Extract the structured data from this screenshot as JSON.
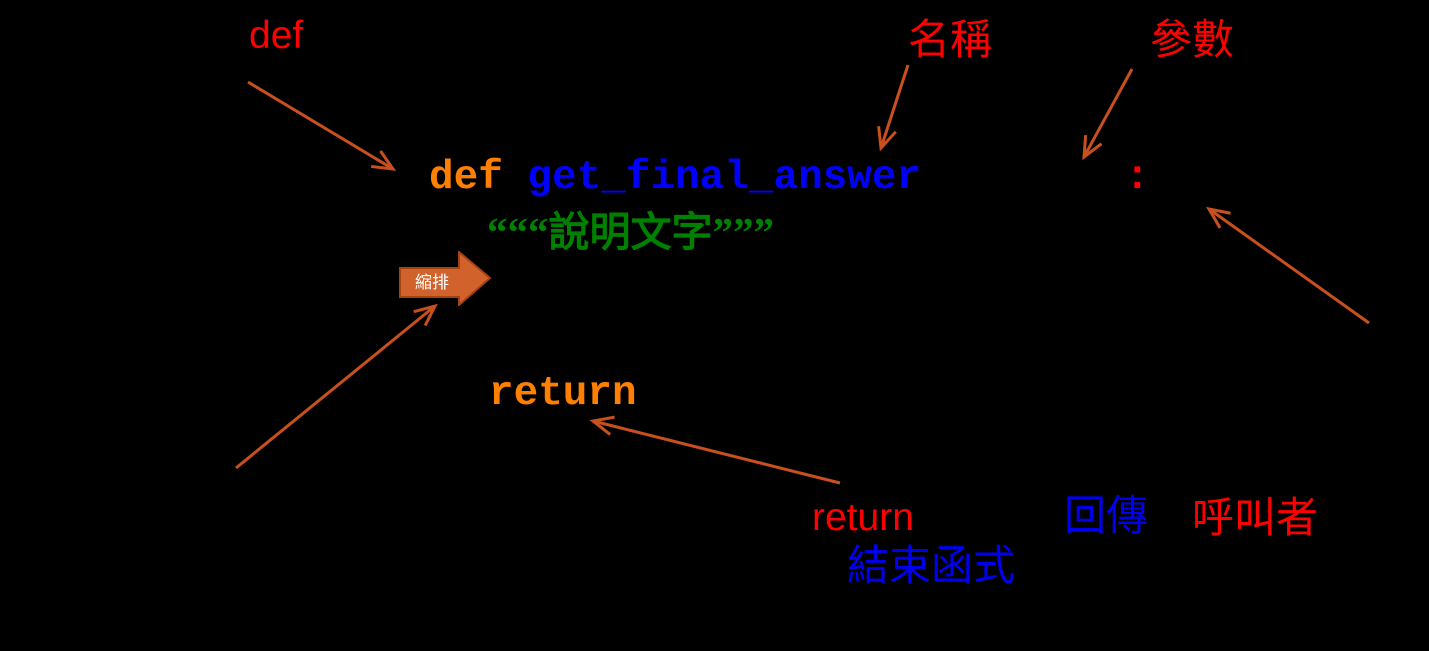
{
  "colors": {
    "background": "#000000",
    "annotation_red": "#ff0000",
    "keyword_orange": "#ff7f00",
    "identifier_blue": "#0000ff",
    "docstring_green": "#008000",
    "cjk_blue": "#0000ee",
    "arrow_stroke": "#c8501e",
    "block_arrow_fill": "#d2622c",
    "block_arrow_border": "#a3430f",
    "block_arrow_text": "#ffffff"
  },
  "annotations": {
    "def_label": "def",
    "name_label": "名稱",
    "params_label": "參數",
    "indent_label": "縮排",
    "return_red_label": "return",
    "return_cjk_label": "回傳",
    "caller_label": "呼叫者",
    "end_function_label": "結束函式"
  },
  "code": {
    "def_keyword": "def ",
    "function_name": "get_final_answer",
    "colon": ":",
    "docstring": "“““說明文字”””",
    "return_keyword": "return"
  }
}
